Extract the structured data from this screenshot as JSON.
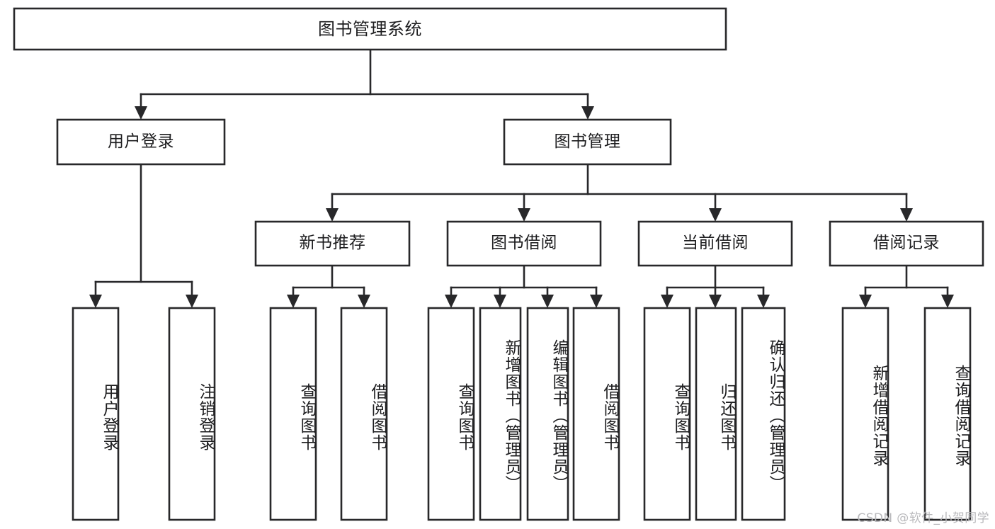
{
  "diagram": {
    "title": "图书管理系统",
    "watermark": "CSDN @软件_小贺同学",
    "colors": {
      "stroke": "#28282a",
      "fill": "#ffffff",
      "text": "#1d1d1f",
      "watermark": "#b9b9bc",
      "background": "#ffffff"
    },
    "nodes": {
      "root": "图书管理系统",
      "level2": {
        "user_login": "用户登录",
        "book_manage": "图书管理"
      },
      "level3": {
        "new_book_recommend": "新书推荐",
        "book_borrow": "图书借阅",
        "current_borrow": "当前借阅",
        "borrow_record": "借阅记录"
      },
      "leaves": {
        "user_login_1": "用户登录",
        "user_login_2": "注销登录",
        "recommend_1": "查询图书",
        "recommend_2": "借阅图书",
        "borrow_1": "查询图书",
        "borrow_2": "新增图书（管理员）",
        "borrow_3": "编辑图书（管理员）",
        "borrow_4": "借阅图书",
        "current_1": "查询图书",
        "current_2": "归还图书",
        "current_3": "确认归还（管理员）",
        "record_1": "新增借阅记录",
        "record_2": "查询借阅记录"
      }
    }
  },
  "chart_data": {
    "type": "diagram",
    "subtype": "tree-hierarchy",
    "title": "图书管理系统",
    "orientation": "top-down",
    "tree": {
      "label": "图书管理系统",
      "children": [
        {
          "label": "用户登录",
          "children": [
            {
              "label": "用户登录",
              "children": []
            },
            {
              "label": "注销登录",
              "children": []
            }
          ]
        },
        {
          "label": "图书管理",
          "children": [
            {
              "label": "新书推荐",
              "children": [
                {
                  "label": "查询图书",
                  "children": []
                },
                {
                  "label": "借阅图书",
                  "children": []
                }
              ]
            },
            {
              "label": "图书借阅",
              "children": [
                {
                  "label": "查询图书",
                  "children": []
                },
                {
                  "label": "新增图书（管理员）",
                  "children": []
                },
                {
                  "label": "编辑图书（管理员）",
                  "children": []
                },
                {
                  "label": "借阅图书",
                  "children": []
                }
              ]
            },
            {
              "label": "当前借阅",
              "children": [
                {
                  "label": "查询图书",
                  "children": []
                },
                {
                  "label": "归还图书",
                  "children": []
                },
                {
                  "label": "确认归还（管理员）",
                  "children": []
                }
              ]
            },
            {
              "label": "借阅记录",
              "children": [
                {
                  "label": "新增借阅记录",
                  "children": []
                },
                {
                  "label": "查询借阅记录",
                  "children": []
                }
              ]
            }
          ]
        }
      ]
    }
  }
}
